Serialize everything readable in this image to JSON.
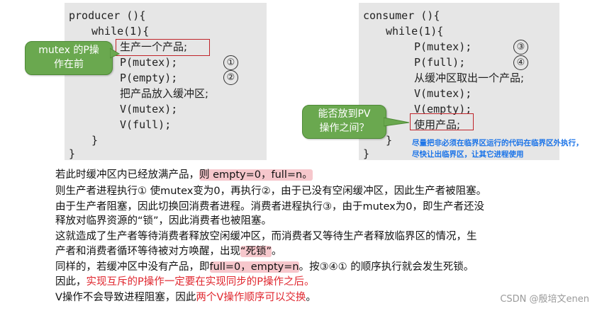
{
  "producer": {
    "lines": [
      "producer (){",
      "while(1){",
      "生产一个产品;",
      "P(mutex);",
      "P(empty);",
      "把产品放入缓冲区;",
      "V(mutex);",
      "V(full);",
      "}",
      "}"
    ],
    "markers": [
      "①",
      "②"
    ],
    "callout": [
      "mutex 的P操",
      "作在前"
    ]
  },
  "consumer": {
    "lines": [
      "consumer (){",
      "while(1){",
      "P(mutex);",
      "P(full);",
      "从缓冲区取出一个产品;",
      "V(mutex);",
      "V(empty);",
      "使用产品;",
      "}",
      "}"
    ],
    "markers": [
      "③",
      "④"
    ],
    "callout": [
      "能否放到PV",
      "操作之间？"
    ],
    "note": [
      "尽量把非必须在临界区运行的代码在临界区外执行，",
      "尽快让出临界区，让其它进程使用"
    ]
  },
  "paragraph": {
    "l1a": "若此时缓冲区内已经放满产品，",
    "l1b": "则 empty=0，full=n。",
    "l2": "则生产者进程执行① 使mutex变为0，再执行②，由于已没有空闲缓冲区，因此生产者被阻塞。",
    "l3": "由于生产者阻塞，因此切换回消费者进程。消费者进程执行③，由于mutex为0，即生产者还没",
    "l4": "释放对临界资源的“锁”，因此消费者也被阻塞。",
    "l5": "这就造成了生产者等待消费者释放空闲缓冲区，而消费者又等待生产者释放临界区的情况，生",
    "l6a": "产者和消费者循环等待被对方唤醒，出现",
    "l6b": "“死锁”",
    "l6c": "。",
    "l7a": "同样的，若缓冲区中没有产品，即",
    "l7b": "full=0，empty=n",
    "l7c": "。按③④① 的顺序执行就会发生死锁。",
    "l8a": "因此，",
    "l8b": "实现互斥的P操作一定要在实现同步的P操作之后。",
    "l9a": "V操作不会导致进程阻塞，因此",
    "l9b": "两个V操作顺序可以交换",
    "l9c": "。"
  },
  "watermark": "CSDN @殷培文enen"
}
